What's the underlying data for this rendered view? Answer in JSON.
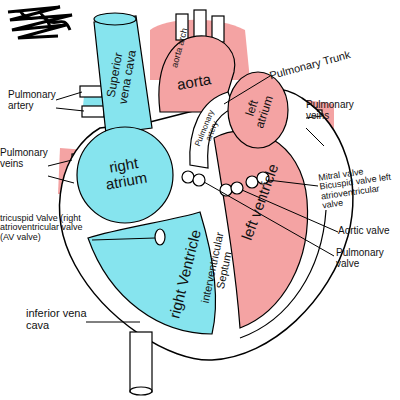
{
  "diagram": {
    "nodes": [
      {
        "text": [
          "Superior vena cava"
        ]
      },
      {
        "text": [
          "aorta arch",
          "aorta"
        ]
      },
      {
        "text": [
          "Pulmonary artery"
        ]
      },
      {
        "text": [
          "left atrium"
        ]
      },
      {
        "text": [
          "right atrium"
        ]
      },
      {
        "text": [
          "left ventricle"
        ]
      },
      {
        "text": [
          "interventricular Septum"
        ]
      },
      {
        "text": [
          "right Ventricle"
        ]
      }
    ],
    "labels": [
      "Pulmonary Trunk",
      "Pulmonary artery",
      "Pulmonary veins",
      "Pulmonary veins",
      "Mitral valve Bicuspid valve left atrioventricular valve",
      "Aortic valve",
      "Pulmonary valve",
      "tricuspid Valve (right atrioventricular valve (AV valve)",
      "inferior vena cava"
    ]
  }
}
